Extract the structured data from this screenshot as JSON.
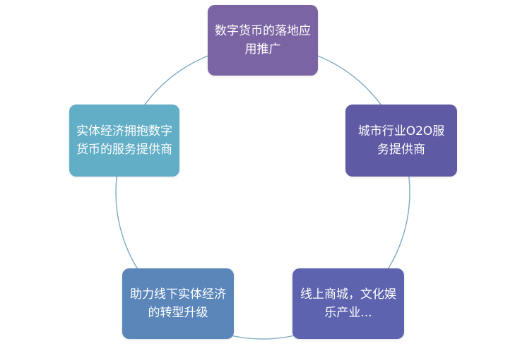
{
  "diagram": {
    "type": "cycle",
    "ring_color": "#7eaac4",
    "nodes": [
      {
        "label": "数字货币的落地应用推广",
        "color": "#7b64a4"
      },
      {
        "label": "城市行业O2O服务提供商",
        "color": "#5f5aa4"
      },
      {
        "label": "线上商城，文化娱乐产业...",
        "color": "#5d63ae"
      },
      {
        "label": "助力线下实体经济的转型升级",
        "color": "#5a86ba"
      },
      {
        "label": "实体经济拥抱数字货币的服务提供商",
        "color": "#62aec7"
      }
    ]
  }
}
